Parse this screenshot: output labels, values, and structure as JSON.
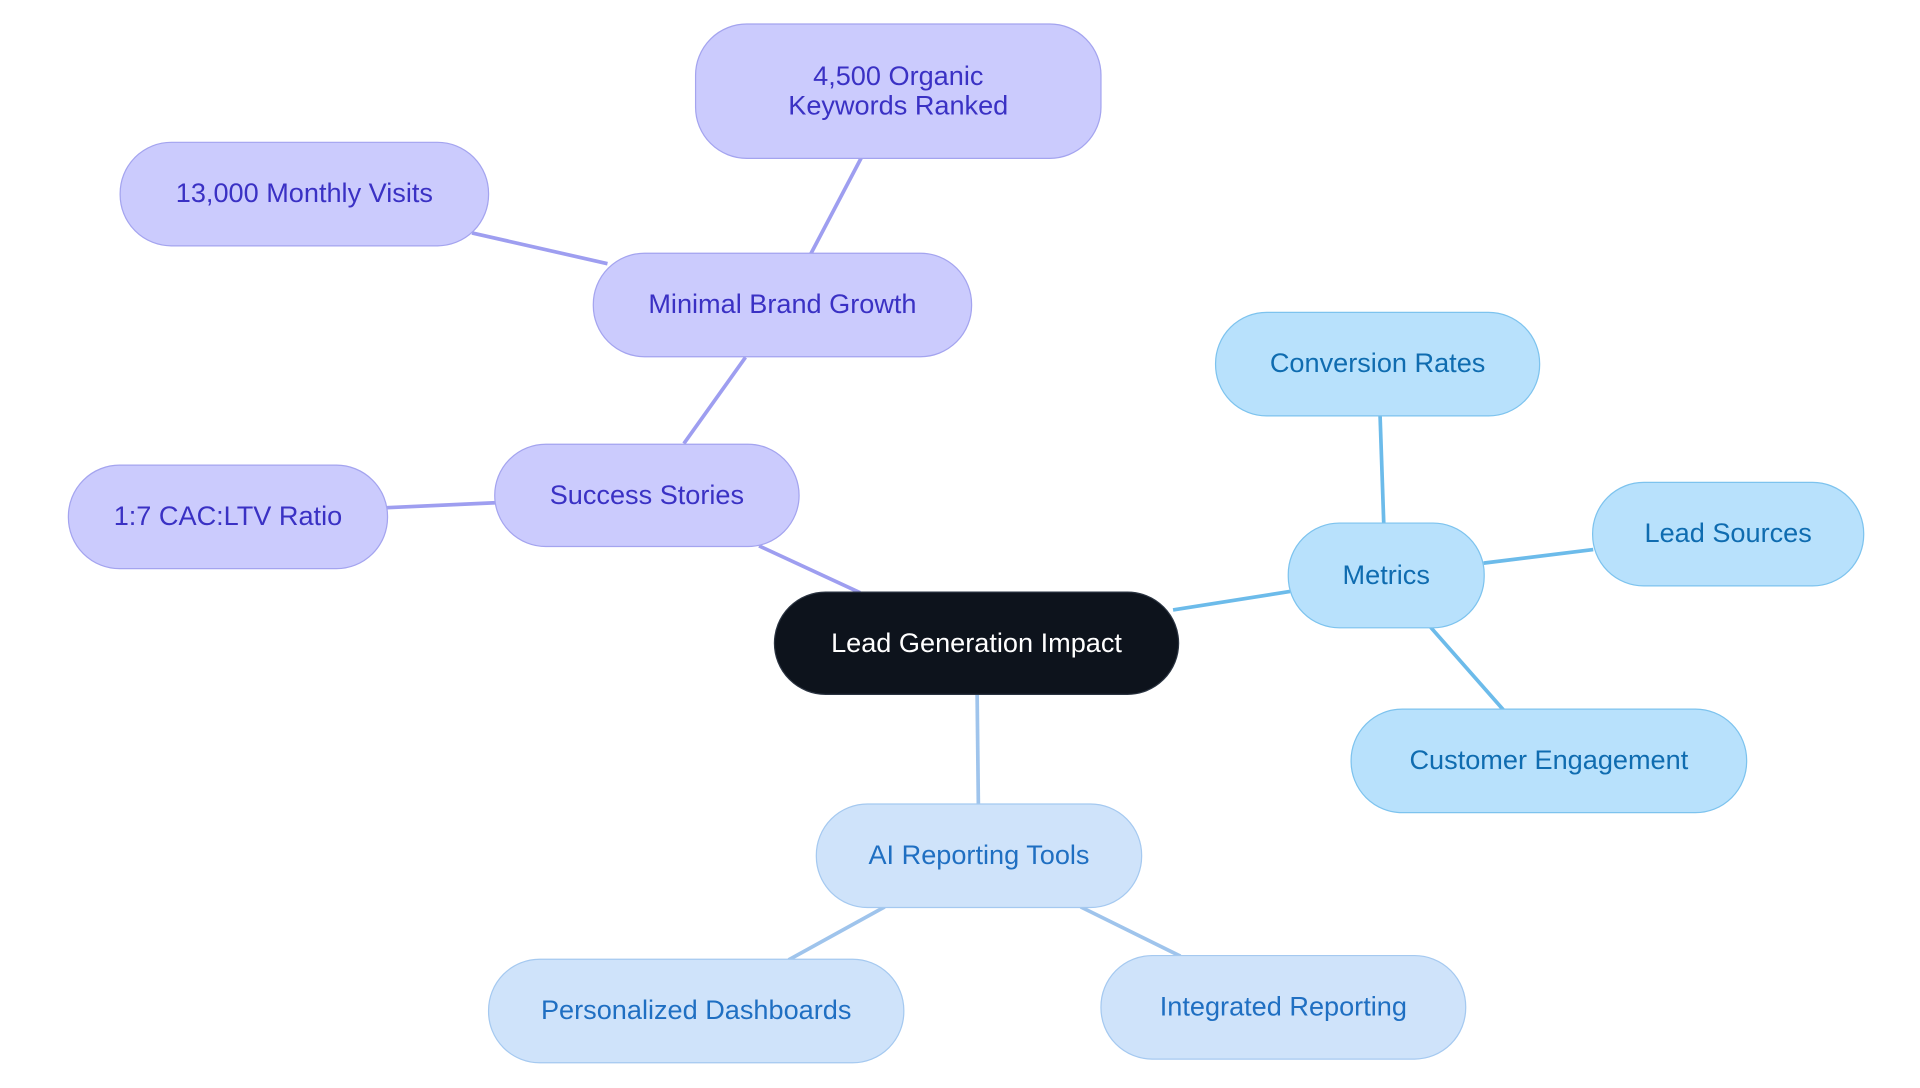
{
  "diagram": {
    "type": "mind-map",
    "colors": {
      "root_fill": "#0d131c",
      "purple_fill": "#cbcbfd",
      "purple_line": "#9e9ef0",
      "purple_text": "#3a31c4",
      "sky_fill": "#b8e1fc",
      "sky_line": "#6cbbea",
      "sky_text": "#0f6cb0",
      "pale_fill": "#cfe3fa",
      "pale_line": "#9fc4ec",
      "pale_text": "#1f6fc2"
    },
    "root": {
      "label": "Lead Generation Impact"
    },
    "branches": [
      {
        "label": "Success Stories",
        "children": [
          {
            "label": "Minimal Brand Growth",
            "children": [
              {
                "label": "4,500 Organic Keywords Ranked"
              },
              {
                "label": "13,000 Monthly Visits"
              }
            ]
          },
          {
            "label": "1:7 CAC:LTV Ratio"
          }
        ]
      },
      {
        "label": "Metrics",
        "children": [
          {
            "label": "Conversion Rates"
          },
          {
            "label": "Lead Sources"
          },
          {
            "label": "Customer Engagement"
          }
        ]
      },
      {
        "label": "AI Reporting Tools",
        "children": [
          {
            "label": "Personalized Dashboards"
          },
          {
            "label": "Integrated Reporting"
          }
        ]
      }
    ]
  }
}
